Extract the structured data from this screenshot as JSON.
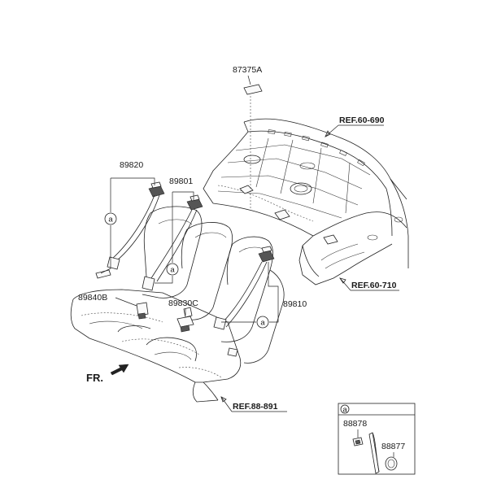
{
  "parts": {
    "p87375a": "87375A",
    "p89820": "89820",
    "p89801": "89801",
    "p89840b": "89840B",
    "p89830c": "89830C",
    "p89810": "89810",
    "p88878": "88878",
    "p88877": "88877"
  },
  "refs": {
    "ref_60_690": "REF.60-690",
    "ref_60_710": "REF.60-710",
    "ref_88_891": "REF.88-891"
  },
  "direction": "FR.",
  "callout": "a"
}
